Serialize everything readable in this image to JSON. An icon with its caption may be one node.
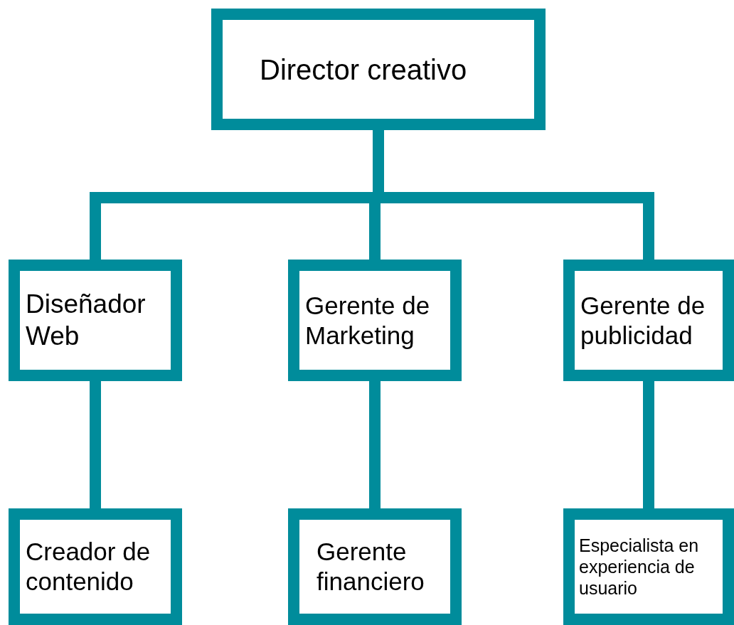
{
  "diagram": {
    "nodes": [
      {
        "text": [
          "Director creativo"
        ]
      },
      {
        "text": [
          "Diseñador Web"
        ]
      },
      {
        "text": [
          "Gerente de Marketing"
        ]
      },
      {
        "text": [
          "Gerente de publicidad"
        ]
      },
      {
        "text": [
          "Creador de contenido"
        ]
      },
      {
        "text": [
          "Gerente financiero"
        ]
      },
      {
        "text": [
          "Especialista en experiencia de usuario"
        ]
      }
    ],
    "edges": [
      {
        "from": 0,
        "to": 1,
        "arrow": "none"
      },
      {
        "from": 0,
        "to": 2,
        "arrow": "none"
      },
      {
        "from": 0,
        "to": 3,
        "arrow": "none"
      },
      {
        "from": 1,
        "to": 4,
        "arrow": "none"
      },
      {
        "from": 2,
        "to": 5,
        "arrow": "none"
      },
      {
        "from": 3,
        "to": 6,
        "arrow": "none"
      }
    ]
  }
}
